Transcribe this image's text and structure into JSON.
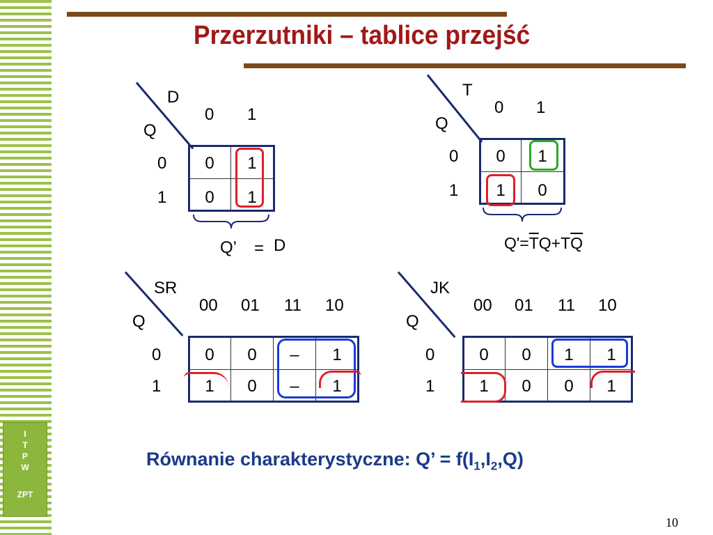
{
  "title": "Przerzutniki – tablice przejść",
  "d_table": {
    "var": "D",
    "state": "Q",
    "cols": [
      "0",
      "1"
    ],
    "rows": [
      "0",
      "1"
    ],
    "cells": [
      [
        "0",
        "1"
      ],
      [
        "0",
        "1"
      ]
    ],
    "eq_lhs": "Q’",
    "eq_eq": "=",
    "eq_rhs": "D"
  },
  "t_table": {
    "var": "T",
    "state": "Q",
    "cols": [
      "0",
      "1"
    ],
    "rows": [
      "0",
      "1"
    ],
    "cells": [
      [
        "0",
        "1"
      ],
      [
        "1",
        "0"
      ]
    ],
    "eq_a": "Q'",
    "eq_b": "=",
    "eq_c": "T",
    "eq_d": "Q",
    "eq_e": "+",
    "eq_f": "T",
    "eq_g": "Q"
  },
  "sr_table": {
    "var": "SR",
    "state": "Q",
    "cols": [
      "00",
      "01",
      "11",
      "10"
    ],
    "rows": [
      "0",
      "1"
    ],
    "cells": [
      [
        "0",
        "0",
        "–",
        "1"
      ],
      [
        "1",
        "0",
        "–",
        "1"
      ]
    ]
  },
  "jk_table": {
    "var": "JK",
    "state": "Q",
    "cols": [
      "00",
      "01",
      "11",
      "10"
    ],
    "rows": [
      "0",
      "1"
    ],
    "cells": [
      [
        "0",
        "0",
        "1",
        "1"
      ],
      [
        "1",
        "0",
        "0",
        "1"
      ]
    ]
  },
  "equation": {
    "text": "Równanie charakterystyczne: Q’ = f(I",
    "sub1": "1",
    "sep": ",I",
    "sub2": "2",
    "tail": ",Q)"
  },
  "logo": {
    "letters": [
      "I",
      "T",
      "P",
      "W"
    ],
    "zpt": "ZPT"
  },
  "page_number": "10",
  "colors": {
    "title": "#a01818",
    "accent_bar": "#7a4a1b",
    "stripes": "#9bc24a",
    "equation": "#1a3a8a",
    "red": "#e0202a",
    "blue": "#1a3ad8",
    "green": "#2aa82a"
  }
}
